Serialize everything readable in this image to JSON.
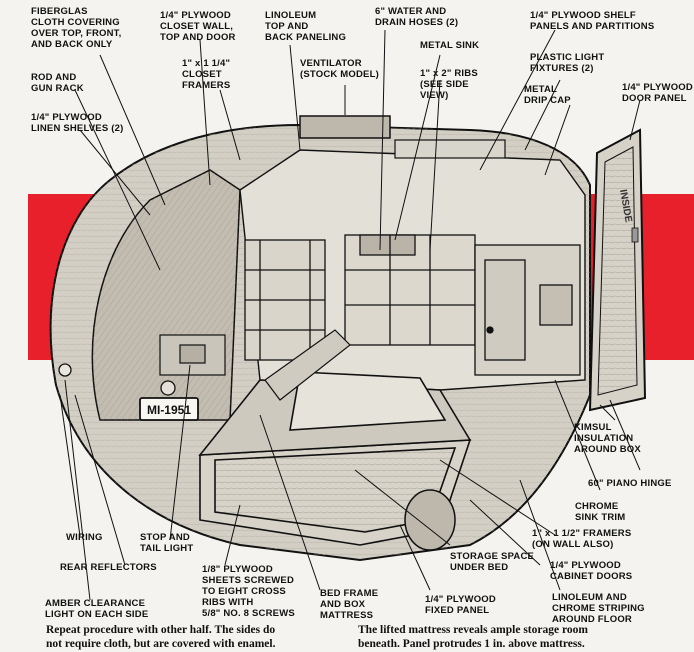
{
  "plate_text": "MI-1951",
  "door_text": "INSIDE",
  "labels": {
    "fiberglas": "FIBERGLAS\nCLOTH COVERING\nOVER TOP, FRONT,\nAND BACK ONLY",
    "closet_wall": "1/4\" PLYWOOD\nCLOSET WALL,\nTOP AND DOOR",
    "linoleum_top": "LINOLEUM\nTOP AND\nBACK PANELING",
    "water_hoses": "6\" WATER AND\nDRAIN HOSES (2)",
    "shelf_panels": "1/4\" PLYWOOD SHELF\nPANELS AND PARTITIONS",
    "metal_sink": "METAL SINK",
    "rod_gun": "ROD AND\nGUN RACK",
    "closet_framers": "1\" x 1 1/4\"\nCLOSET\nFRAMERS",
    "ventilator": "VENTILATOR\n(STOCK MODEL)",
    "ribs": "1\" x 2\" RIBS\n(SEE SIDE\nVIEW)",
    "plastic_light": "PLASTIC LIGHT\nFIXTURES (2)",
    "linen_shelves": "1/4\" PLYWOOD\nLINEN SHELVES (2)",
    "metal_drip": "METAL\nDRIP CAP",
    "door_panel": "1/4\" PLYWOOD\nDOOR PANEL",
    "kimsul": "KIMSUL\nINSULATION\nAROUND BOX",
    "piano_hinge": "60\" PIANO HINGE",
    "chrome_trim": "CHROME\nSINK TRIM",
    "wiring": "WIRING",
    "stop_tail": "STOP AND\nTAIL LIGHT",
    "framers_wall": "1\" x 1 1/2\" FRAMERS\n(ON WALL ALSO)",
    "storage_space": "STORAGE SPACE\nUNDER BED",
    "rear_reflectors": "REAR REFLECTORS",
    "eighth_plywood": "1/8\" PLYWOOD\nSHEETS SCREWED\nTO EIGHT CROSS\nRIBS WITH\n5/8\" NO. 8 SCREWS",
    "cabinet_doors": "1/4\" PLYWOOD\nCABINET DOORS",
    "bed_frame": "BED FRAME\nAND BOX\nMATTRESS",
    "fixed_panel": "1/4\" PLYWOOD\nFIXED PANEL",
    "amber": "AMBER CLEARANCE\nLIGHT ON EACH SIDE",
    "linoleum_chrome": "LINOLEUM AND\nCHROME STRIPING\nAROUND FLOOR"
  },
  "captions": {
    "left": "Repeat procedure with other half. The sides do\nnot require cloth, but are covered with enamel.",
    "right": "The lifted mattress reveals ample storage room\nbeneath. Panel protrudes 1 in. above mattress."
  },
  "colors": {
    "red_band": "#e8202b",
    "wood": "#cfcbc0",
    "ink": "#111111",
    "paper": "#f4f3ef"
  }
}
